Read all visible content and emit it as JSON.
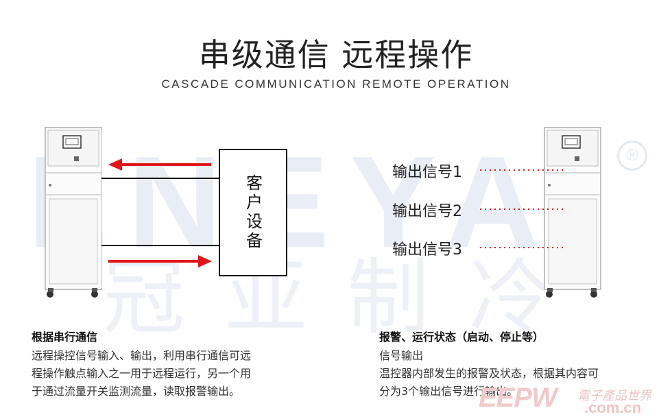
{
  "watermark": {
    "brand": "LNEYA",
    "chinese": "冠亚制冷",
    "registered": "®"
  },
  "header": {
    "title": "串级通信 远程操作",
    "subtitle": "CASCADE COMMUNICATION REMOTE OPERATION"
  },
  "diagram": {
    "client_device": "客户设备",
    "signals": [
      "输出信号1",
      "输出信号2",
      "输出信号3"
    ],
    "colors": {
      "arrow": "#e0161b",
      "line": "#111111",
      "dotted": "#e0161b"
    }
  },
  "left_section": {
    "heading": "根据串行通信",
    "lines": [
      "远程操控信号输入、输出，利用串行通信可远",
      "程操作触点输入之一用于远程运行，另一个用",
      "于通过流量开关监测流量，读取报警输出。"
    ]
  },
  "right_section": {
    "heading": "报警、运行状态（启动、停止等）",
    "lines": [
      "信号输出",
      "温控器内部发生的报警及状态，根据其内容可",
      "分为3个输出信号进行输出。"
    ]
  },
  "footer_watermark": {
    "logo": "EEPW",
    "cn": "電子產品世界",
    "url": ".com.cn"
  }
}
